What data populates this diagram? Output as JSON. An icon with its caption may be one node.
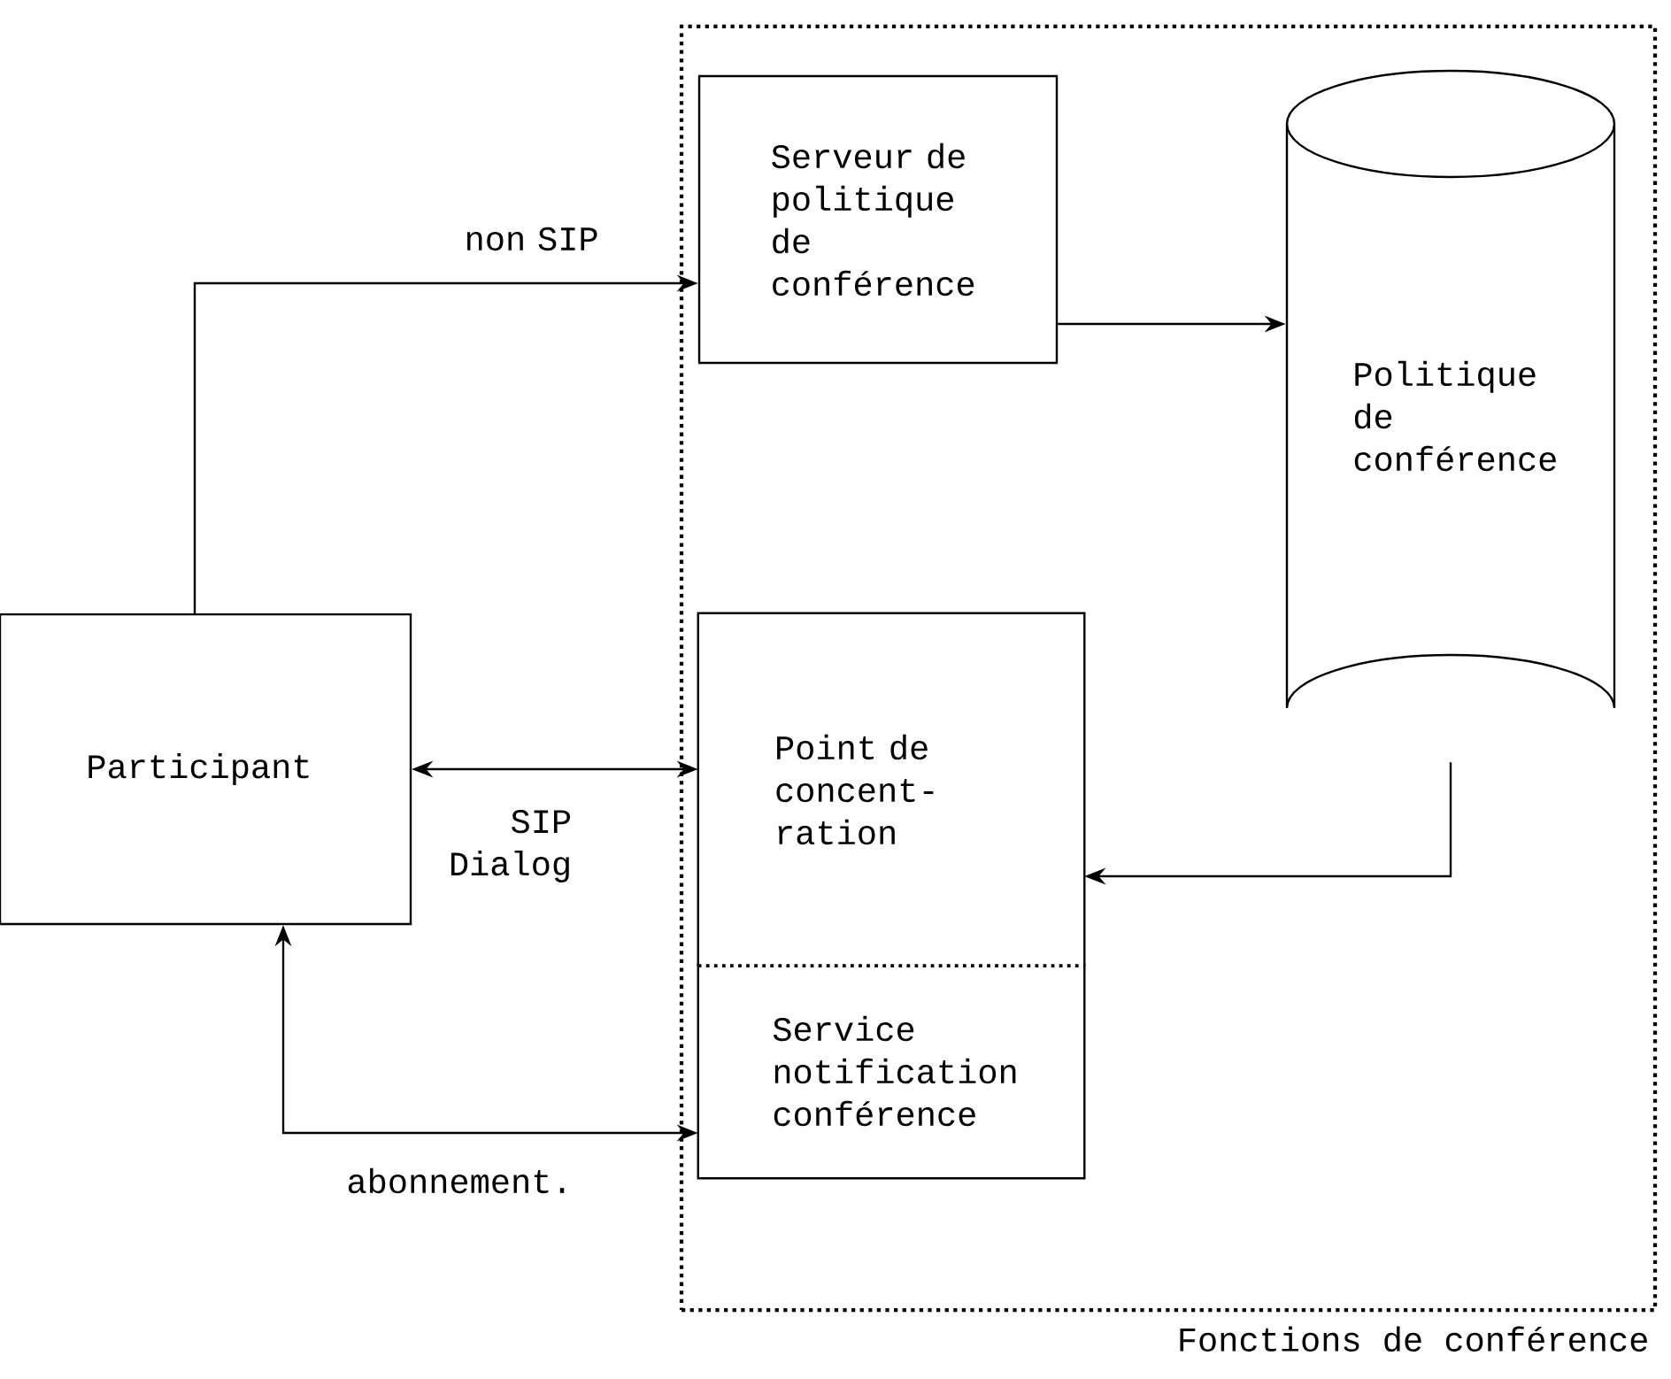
{
  "diagram": {
    "nodes": [
      {
        "text": [
          "Fonctions de conférence"
        ]
      },
      {
        "text": [
          "Serveur de politique de conférence"
        ],
        "in": 0
      },
      {
        "text": [
          "Politique de conférence"
        ],
        "in": 0
      },
      {
        "text": [
          "Point de concent-ration"
        ],
        "in": 0
      },
      {
        "text": [
          "Service notification conférence"
        ],
        "in": 0
      },
      {
        "text": [
          "Participant"
        ]
      }
    ],
    "edges": [
      {
        "from": 5,
        "to": 1,
        "arrow": "to",
        "label": "non SIP"
      },
      {
        "from": 5,
        "to": 3,
        "arrow": "both",
        "label": "SIP Dialog"
      },
      {
        "from": 1,
        "to": 2,
        "arrow": "to"
      },
      {
        "from": 2,
        "to": 3,
        "arrow": "to"
      },
      {
        "from": 5,
        "to": 4,
        "arrow": "both",
        "label": "abonnement."
      }
    ]
  }
}
